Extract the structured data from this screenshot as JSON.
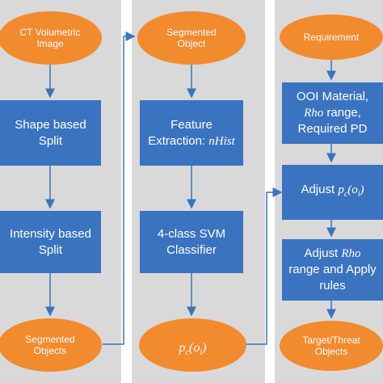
{
  "colors": {
    "lane_bg": "#d9d9d9",
    "oval_fill": "#f28a2e",
    "box_fill": "#3a73c0",
    "arrow": "#3a73c0"
  },
  "lane1": {
    "start": "CT Volumetric\nImage",
    "step1": "Shape based\nSplit",
    "step2": "Intensity based\nSplit",
    "end": "Segmented\nObjects"
  },
  "lane2": {
    "start": "Segmented\nObject",
    "step1_line1": "Feature",
    "step1_line2_text": "Extraction: ",
    "step1_line2_math": "nHist",
    "step2": "4-class SVM\nClassifier",
    "end_math_base": "p",
    "end_math_sub": "c",
    "end_math_open": "(o",
    "end_math_sub2": "i",
    "end_math_close": ")"
  },
  "lane3": {
    "start": "Requirement",
    "step1_line1": "OOI Material,",
    "step1_line2_math": "Rho",
    "step1_line2_text": " range,",
    "step1_line3": "Required PD",
    "step2_text": "Adjust ",
    "step2_math_base": "p",
    "step2_math_sub": "c",
    "step2_math_open": "(o",
    "step2_math_sub2": "i",
    "step2_math_close": ")",
    "step3_line1_text": "Adjust ",
    "step3_line1_math": "Rho",
    "step3_line2": "range and Apply",
    "step3_line3": "rules",
    "end": "Target/Threat\nObjects"
  }
}
